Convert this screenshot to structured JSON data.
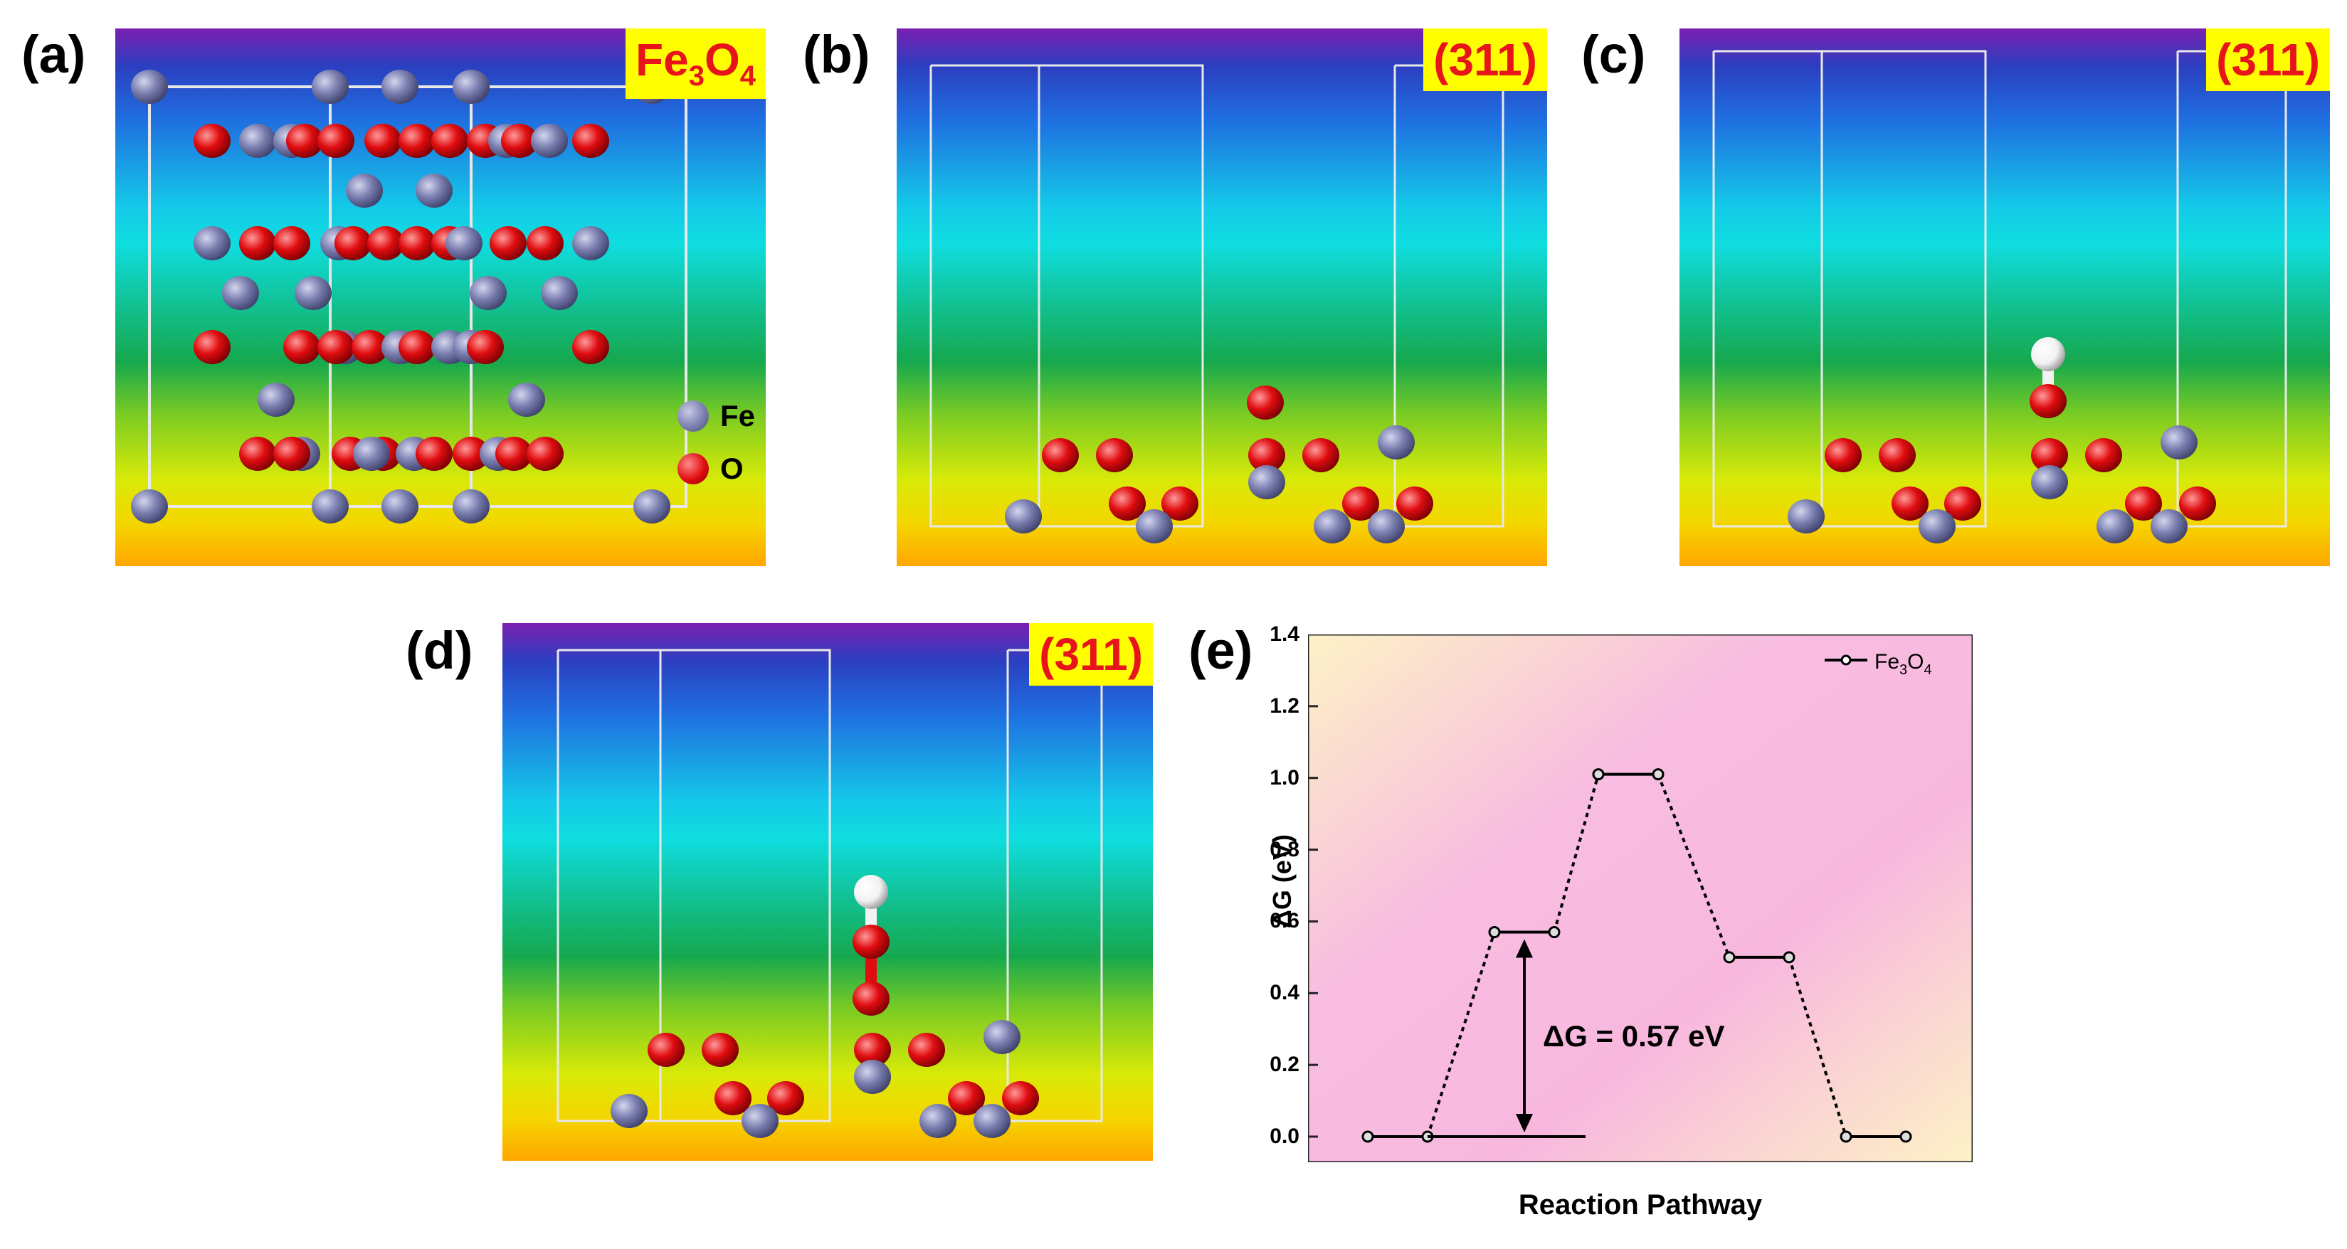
{
  "panels": {
    "a": {
      "label": "(a)",
      "tag_main": "Fe",
      "tag_sub1": "3",
      "tag_mid": "O",
      "tag_sub2": "4",
      "legend": [
        {
          "name": "Fe",
          "color": "#7b7fb0"
        },
        {
          "name": "O",
          "color": "#e00d10"
        }
      ]
    },
    "b": {
      "label": "(b)",
      "tag": "(311)"
    },
    "c": {
      "label": "(c)",
      "tag": "(311)"
    },
    "d": {
      "label": "(d)",
      "tag": "(311)"
    },
    "e": {
      "label": "(e)"
    }
  },
  "colors": {
    "fe": "#7b7fb0",
    "o": "#e00d10",
    "h": "#f2f2f2",
    "tag_bg": "#ffff00",
    "tag_text": "#e8141b"
  },
  "chart_data": {
    "type": "line",
    "ylabel": "ΔG (eV)",
    "xlabel": "Reaction Pathway",
    "ylim": [
      0,
      1.4
    ],
    "yticks": [
      "0.0",
      "0.2",
      "0.4",
      "0.6",
      "0.8",
      "1.0",
      "1.2",
      "1.4"
    ],
    "series": [
      {
        "name_main": "Fe",
        "name_sub1": "3",
        "name_mid": "O",
        "name_sub2": "4",
        "levels": [
          0.0,
          0.57,
          1.01,
          0.5,
          0.0
        ]
      }
    ],
    "annotation": "ΔG = 0.57 eV",
    "legend_position": "top-right"
  }
}
